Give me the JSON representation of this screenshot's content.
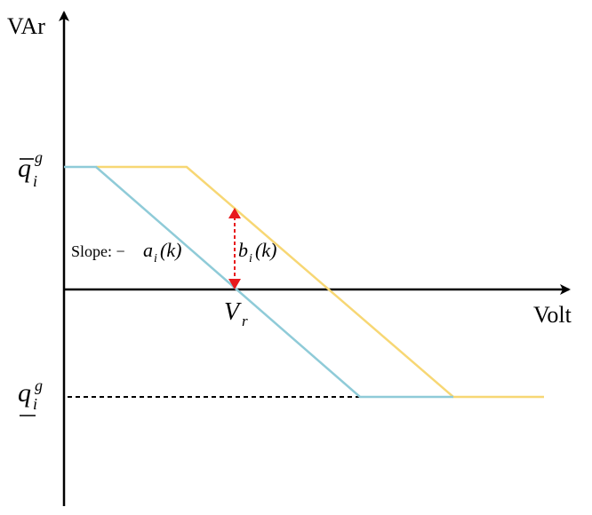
{
  "axes": {
    "y_label": "VAr",
    "x_label": "Volt"
  },
  "labels": {
    "q_upper": {
      "base": "q",
      "sub": "i",
      "sup": "g"
    },
    "q_lower": {
      "base": "q",
      "sub": "i",
      "sup": "g"
    },
    "v_ref": {
      "base": "V",
      "sub": "r"
    },
    "slope": {
      "prefix": "Slope: −",
      "base": "a",
      "sub": "i",
      "arg": "(k)"
    },
    "shift": {
      "base": "b",
      "sub": "i",
      "arg": "(k)"
    }
  },
  "colors": {
    "axis": "#000000",
    "blue_curve": "#8fcbd8",
    "yellow_curve": "#f7d774",
    "arrow": "#e8191c",
    "dashed_level": "#000000"
  }
}
